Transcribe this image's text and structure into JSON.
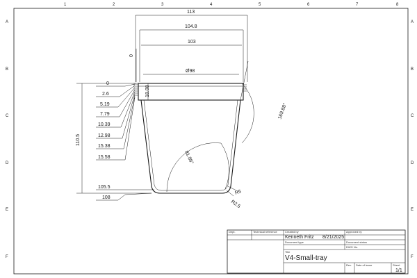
{
  "zones": {
    "top": [
      "1",
      "2",
      "3",
      "4",
      "5",
      "6",
      "7",
      "8"
    ],
    "side": [
      "A",
      "B",
      "C",
      "D",
      "E",
      "F"
    ]
  },
  "dimensions": {
    "width_overall": "113",
    "width_2": "104.8",
    "width_3": "103",
    "zero_top": "0",
    "diameter": "Ø98",
    "rim_height": "18.08",
    "angle_top": "169.88°",
    "angle_mid": "81.86°",
    "height": "110.5",
    "bottom_inner": "105.5",
    "bottom_outer": "108",
    "radius_1": "R5",
    "radius_2": "R2.5",
    "ladder": [
      "0",
      "2.6",
      "5.19",
      "7.79",
      "10.39",
      "12.98",
      "15.38",
      "15.58"
    ]
  },
  "title_block": {
    "dept_label": "Dept.",
    "tech_ref_label": "Technical reference",
    "created_by_label": "Created by",
    "approved_by_label": "Approved by",
    "author": "Kenneth Fritz",
    "date": "8/21/2025",
    "doc_type_label": "Document type",
    "doc_status_label": "Document status",
    "title_label": "Title",
    "title": "V4-Small-tray",
    "dwg_no_label": "DWG No.",
    "rev_label": "Rev.",
    "date_issue_label": "Date of issue",
    "sheet_label": "Sheet",
    "sheet": "1/1"
  },
  "colors": {
    "ink": "#1a1a1a",
    "paper": "#ffffff"
  }
}
